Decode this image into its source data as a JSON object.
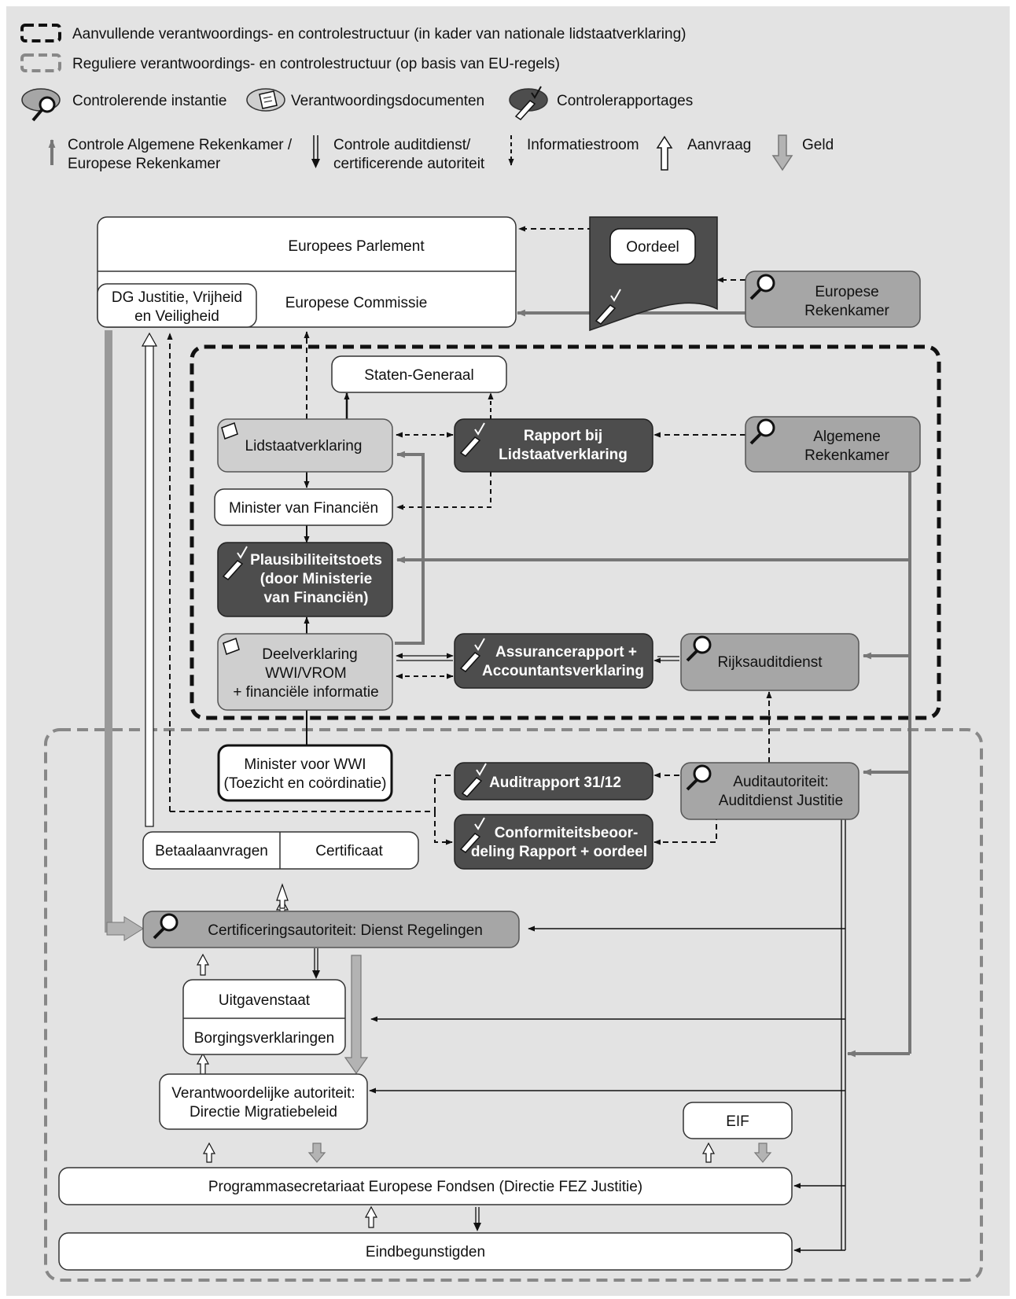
{
  "legend": {
    "dash_black": "Aanvullende verantwoordings- en controlestructuur (in kader van nationale lidstaatverklaring)",
    "dash_gray": "Reguliere verantwoordings- en controlestructuur (op basis van EU-regels)",
    "controlerende_instantie": "Controlerende instantie",
    "verantwoordingsdocumenten": "Verantwoordingsdocumenten",
    "controlerapportages": "Controlerapportages",
    "arrow_rekenkamer_1": "Controle Algemene Rekenkamer /",
    "arrow_rekenkamer_2": "Europese Rekenkamer",
    "arrow_audit_1": "Controle auditdienst/",
    "arrow_audit_2": "certificerende autoriteit",
    "arrow_info": "Informatiestroom",
    "arrow_aanvraag": "Aanvraag",
    "arrow_geld": "Geld"
  },
  "nodes": {
    "europees_parlement": "Europees Parlement",
    "europese_commissie": "Europese Commissie",
    "dg_justitie_1": "DG Justitie, Vrijheid",
    "dg_justitie_2": "en Veiligheid",
    "oordeel": "Oordeel",
    "europese_rekenkamer_1": "Europese",
    "europese_rekenkamer_2": "Rekenkamer",
    "staten_generaal": "Staten-Generaal",
    "lidstaatverklaring": "Lidstaatverklaring",
    "rapport_1": "Rapport bij",
    "rapport_2": "Lidstaatverklaring",
    "algemene_rekenkamer_1": "Algemene",
    "algemene_rekenkamer_2": "Rekenkamer",
    "minister_financien": "Minister van Financiën",
    "plausibiliteit_1": "Plausibiliteitstoets",
    "plausibiliteit_2": "(door Ministerie",
    "plausibiliteit_3": "van Financiën)",
    "deelverklaring_1": "Deelverklaring",
    "deelverklaring_2": "WWI/VROM",
    "deelverklaring_3": "+ financiële informatie",
    "assurance_1": "Assurancerapport +",
    "assurance_2": "Accountantsverklaring",
    "rijksauditdienst": "Rijksauditdienst",
    "minister_wwi_1": "Minister voor WWI",
    "minister_wwi_2": "(Toezicht en coördinatie)",
    "auditrapport": "Auditrapport 31/12",
    "auditautoriteit_1": "Auditautoriteit:",
    "auditautoriteit_2": "Auditdienst Justitie",
    "conformiteit_1": "Conformiteitsbeoor-",
    "conformiteit_2": "deling Rapport + oordeel",
    "betaalaanvragen": "Betaalaanvragen",
    "certificaat": "Certificaat",
    "certificeringsautoriteit": "Certificeringsautoriteit: Dienst Regelingen",
    "uitgavenstaat": "Uitgavenstaat",
    "borgingsverklaringen": "Borgingsverklaringen",
    "verantwoordelijke_1": "Verantwoordelijke autoriteit:",
    "verantwoordelijke_2": "Directie Migratiebeleid",
    "eif": "EIF",
    "programmasecretariaat": "Programmasecretariaat Europese Fondsen (Directie FEZ Justitie)",
    "eindbegunstigden": "Eindbegunstigden"
  },
  "colors": {
    "background": "#e3e3e3",
    "control_fill": "#a6a6a6",
    "report_fill": "#4d4d4d",
    "doc_fill": "#cfcfcf",
    "line_dark": "#111111",
    "line_gray": "#7a7a7a"
  }
}
